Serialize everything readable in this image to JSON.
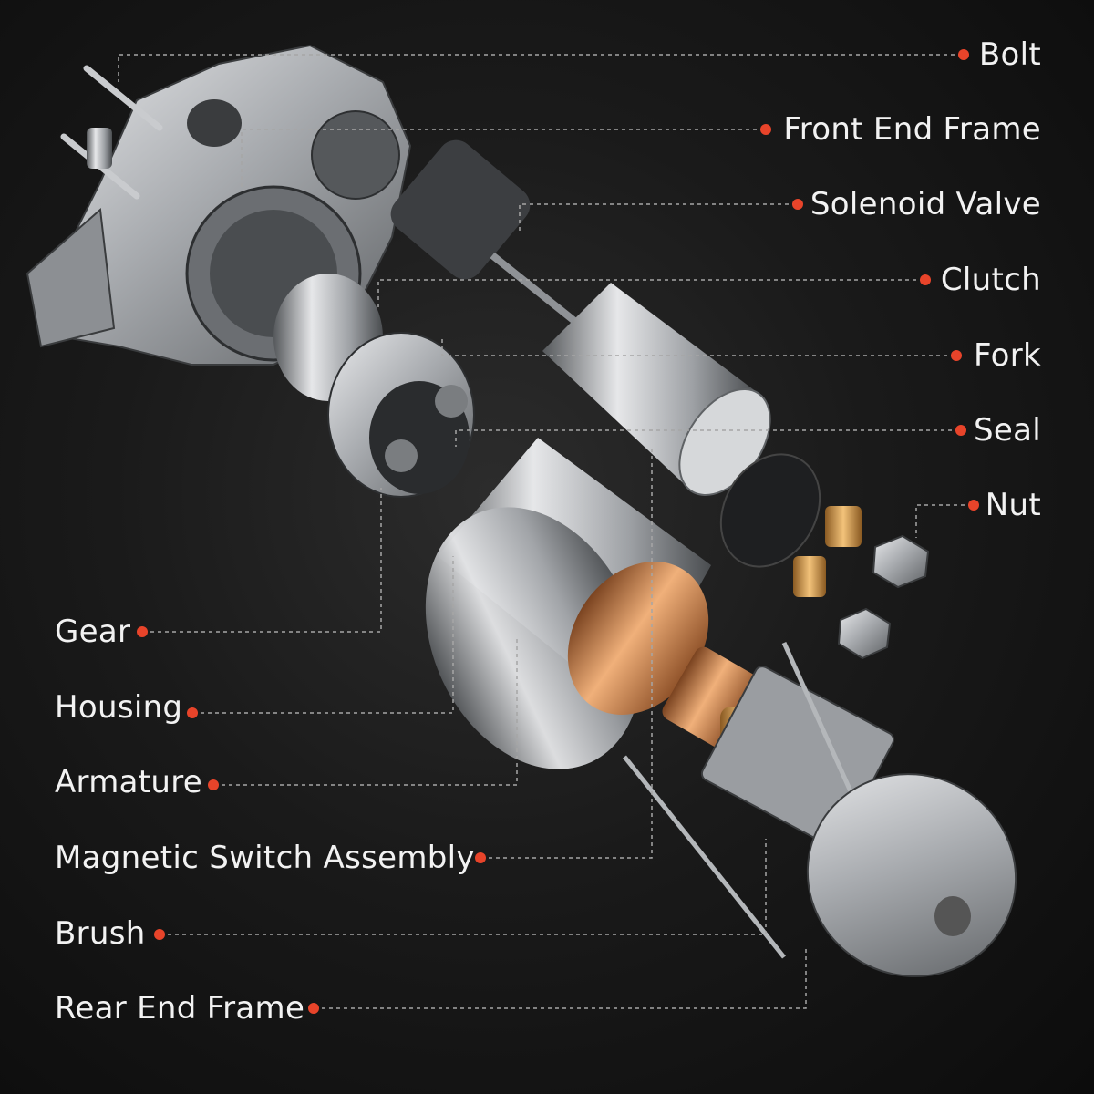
{
  "colors": {
    "background": "#141414",
    "label_text": "#f2f2f2",
    "marker_dot": "#e8442a",
    "leader_line": "#a6a6a6",
    "metal": "#b9bcc0",
    "copper": "#c8804a"
  },
  "labels_right": [
    {
      "id": "bolt",
      "text": "Bolt"
    },
    {
      "id": "front-end-frame",
      "text": "Front End Frame"
    },
    {
      "id": "solenoid-valve",
      "text": "Solenoid Valve"
    },
    {
      "id": "clutch",
      "text": "Clutch"
    },
    {
      "id": "fork",
      "text": "Fork"
    },
    {
      "id": "seal",
      "text": "Seal"
    },
    {
      "id": "nut",
      "text": "Nut"
    }
  ],
  "labels_left": [
    {
      "id": "gear",
      "text": "Gear"
    },
    {
      "id": "housing",
      "text": "Housing"
    },
    {
      "id": "armature",
      "text": "Armature"
    },
    {
      "id": "magnetic-switch-assembly",
      "text": "Magnetic Switch Assembly"
    },
    {
      "id": "brush",
      "text": "Brush"
    },
    {
      "id": "rear-end-frame",
      "text": "Rear End Frame"
    }
  ]
}
